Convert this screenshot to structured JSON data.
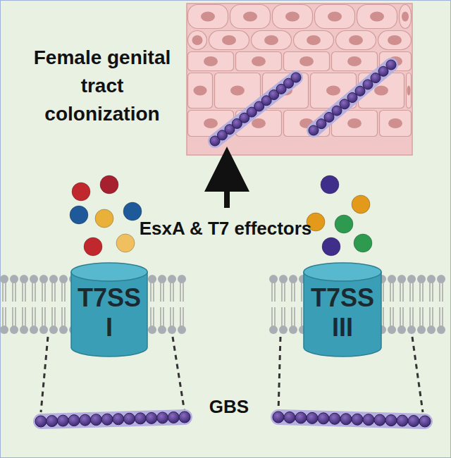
{
  "diagram": {
    "nodes": [
      {
        "text": [
          "T7SS I"
        ]
      },
      {
        "text": [
          "T7SS III"
        ]
      }
    ],
    "labels": [
      "Female genital tract colonization",
      "EsxA & T7 effectors",
      "GBS"
    ]
  }
}
